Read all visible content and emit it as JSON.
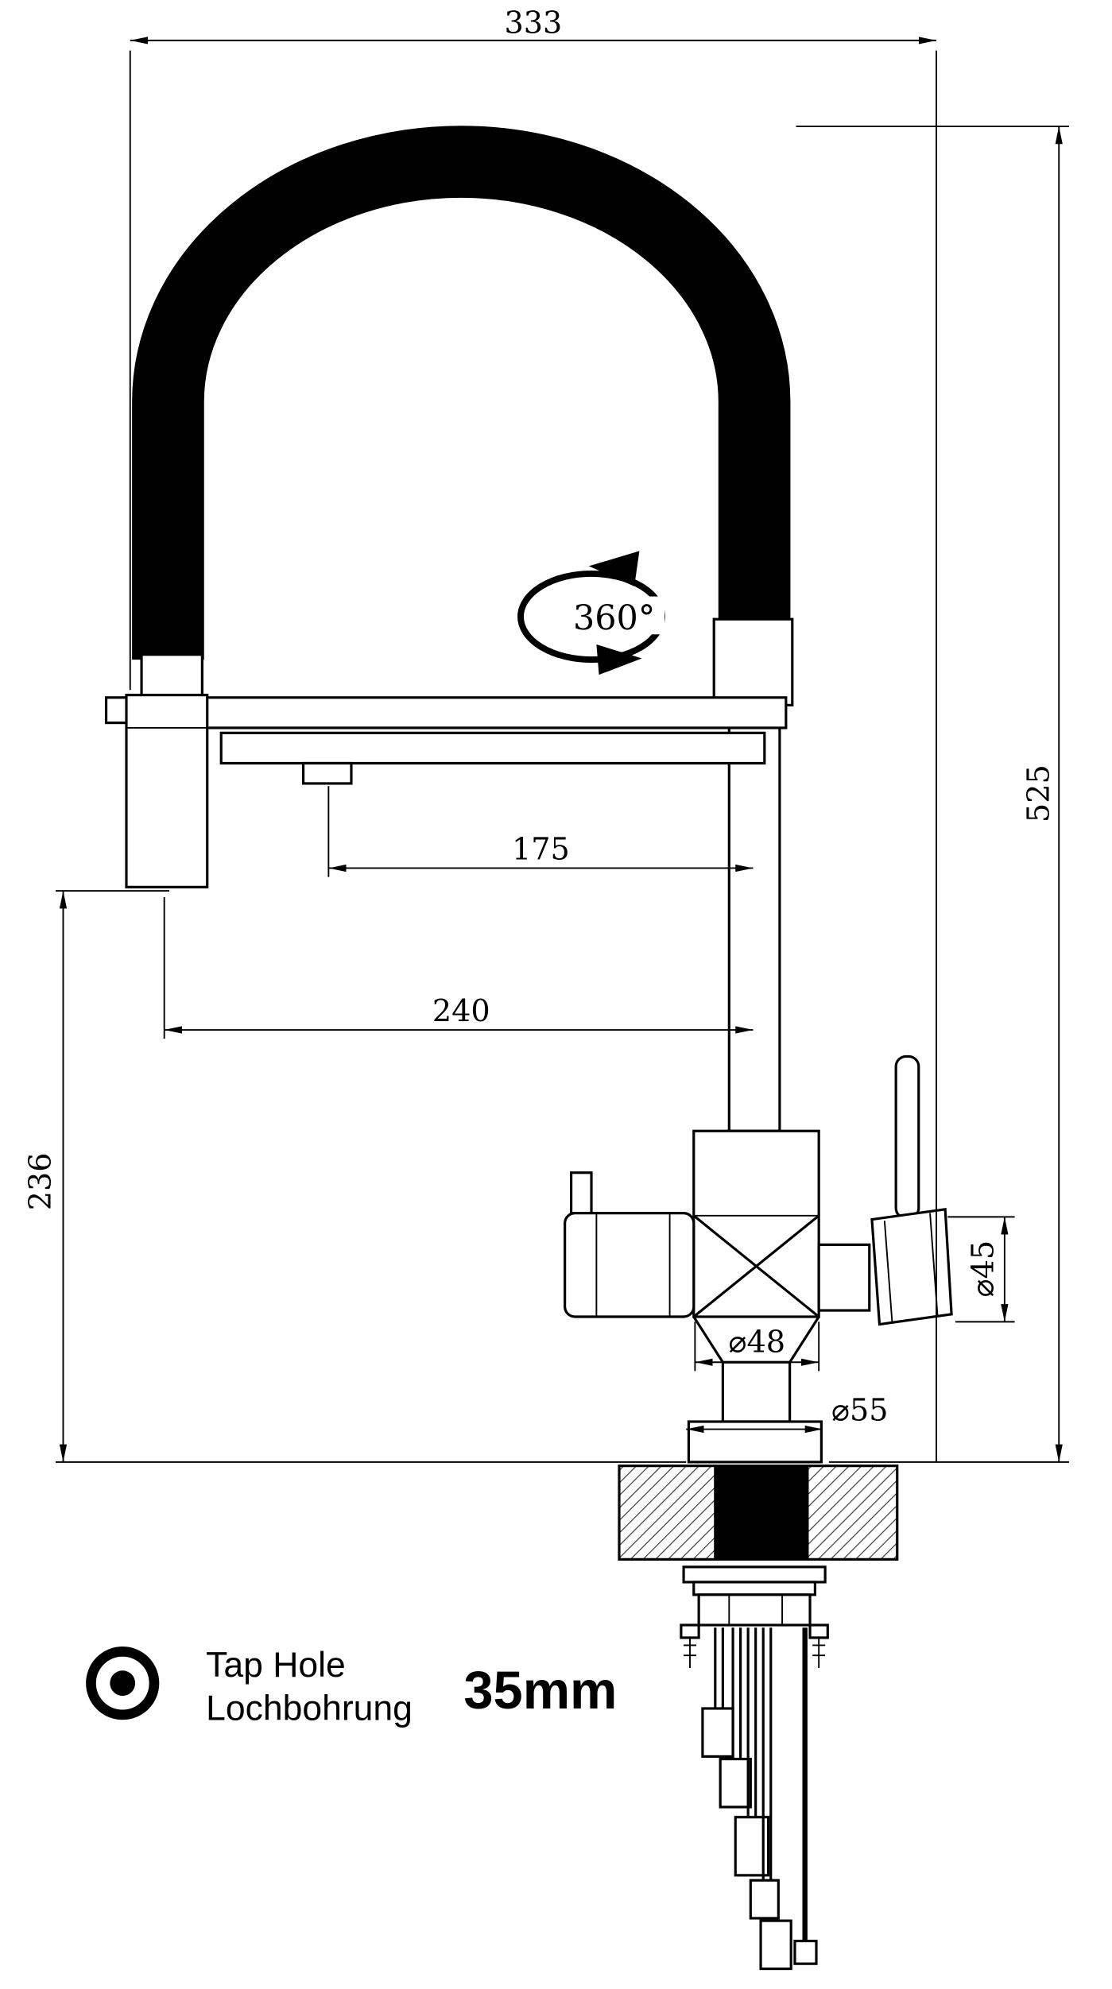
{
  "drawing": {
    "type": "faucet-technical-drawing",
    "line_color": "#000000",
    "background": "#ffffff"
  },
  "labels": {
    "dim_width_overall": "333",
    "dim_height_overall": "525",
    "dim_height_spray": "236",
    "dim_nozzle_reach": "175",
    "dim_spout_reach": "240",
    "rotation": "360°",
    "dim_lever_dia": "⌀45",
    "dim_body_dia": "⌀48",
    "dim_base_dia": "⌀55"
  },
  "legend": {
    "tap_hole_en": "Tap Hole",
    "tap_hole_de": "Lochbohrung",
    "tap_hole_size": "35mm",
    "icon": "tap-hole-concentric-circles-icon"
  }
}
